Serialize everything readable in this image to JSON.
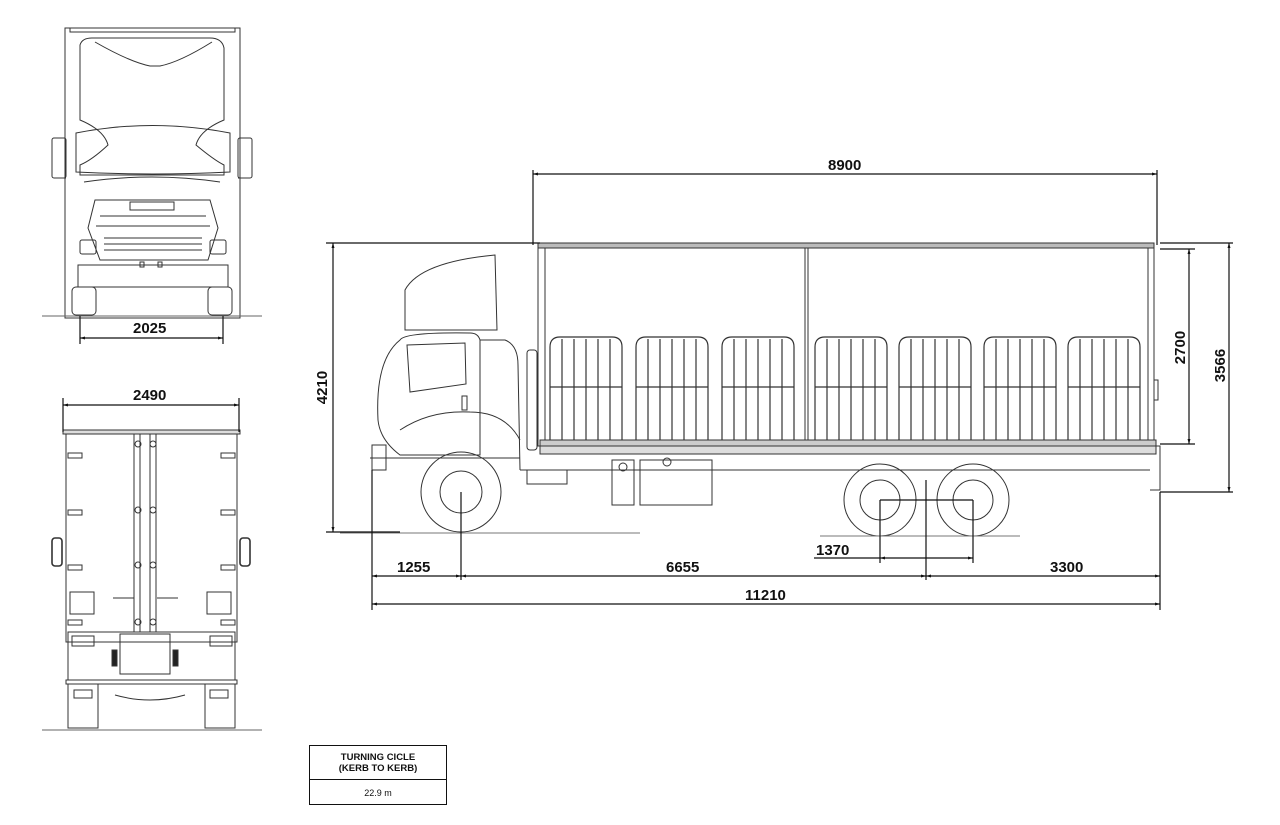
{
  "drawing": {
    "title": "Truck dimensional drawing",
    "views": [
      "front-view",
      "rear-view",
      "side-view"
    ],
    "line_color": "#222222",
    "background": "#ffffff"
  },
  "front_view": {
    "track_width": "2025"
  },
  "rear_view": {
    "overall_width": "2490"
  },
  "side_view": {
    "body_length": "8900",
    "overall_height": "4210",
    "body_internal_height": "2700",
    "body_external_height": "3566",
    "front_overhang": "1255",
    "wheelbase": "6655",
    "rear_axle_spread": "1370",
    "rear_overhang": "3300",
    "overall_length": "11210",
    "gate_count": 7
  },
  "turning_circle": {
    "heading_line1": "TURNING CICLE",
    "heading_line2": "(KERB TO KERB)",
    "value": "22.9 m"
  }
}
